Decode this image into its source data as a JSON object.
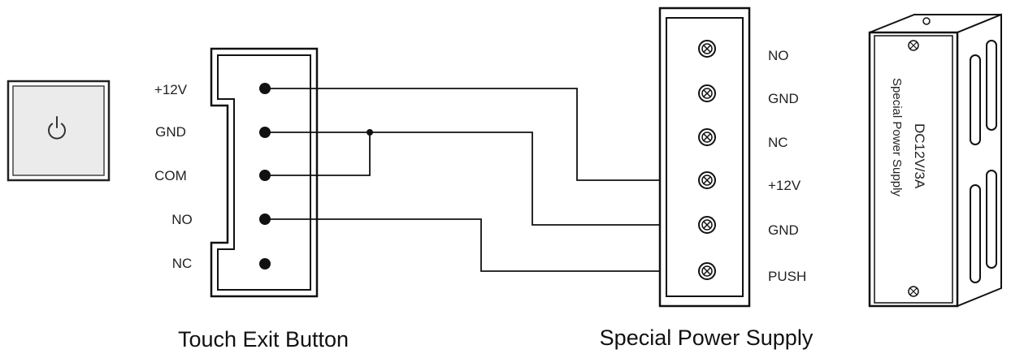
{
  "exit_button": {
    "caption": "Touch Exit Button",
    "icon": "power-icon",
    "terminals": [
      "+12V",
      "GND",
      "COM",
      "NO",
      "NC"
    ]
  },
  "power_supply": {
    "caption": "Special Power Supply",
    "terminals": [
      "NO",
      "GND",
      "NC",
      "+12V",
      "GND",
      "PUSH"
    ],
    "unit_label_line1": "DC12V/3A",
    "unit_label_line2": "Special Power Supply"
  },
  "wires": [
    {
      "from": "+12V",
      "to": "+12V"
    },
    {
      "from": "GND",
      "to": "GND"
    },
    {
      "from": "COM",
      "to": "GND"
    },
    {
      "from": "NO",
      "to": "PUSH"
    }
  ],
  "colors": {
    "line": "#111111",
    "panel": "#e8e8e8"
  }
}
